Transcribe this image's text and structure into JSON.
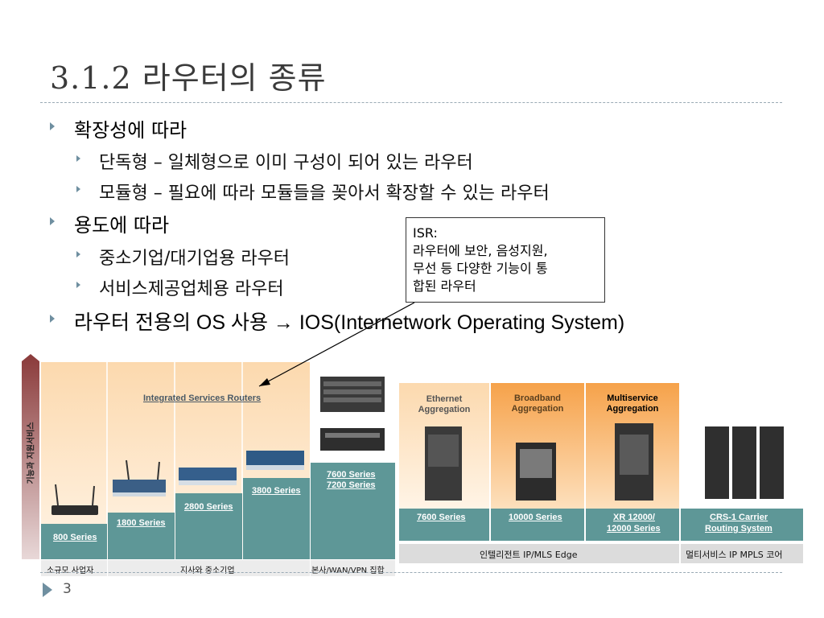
{
  "slide": {
    "title": "3.1.2 라우터의 종류",
    "page_number": "3"
  },
  "bullets": {
    "b1": "확장성에 따라",
    "b1_1": "단독형 – 일체형으로 이미 구성이 되어 있는 라우터",
    "b1_2": "모듈형 – 필요에 따라 모듈들을 꽂아서 확장할 수 있는 라우터",
    "b2": "용도에 따라",
    "b2_1": "중소기업/대기업용 라우터",
    "b2_2": "서비스제공업체용 라우터",
    "b3": "라우터 전용의 OS 사용 → IOS(Internetwork Operating System)"
  },
  "callout": {
    "line1": "ISR:",
    "line2": "라우터에 보안, 음성지원,",
    "line3": "무선 등 다양한 기능이 통",
    "line4": "합된 라우터"
  },
  "diagram": {
    "y_axis_label": "기능과 지원서비스",
    "isr_title": "Integrated Services Routers",
    "series": {
      "s800": "800 Series",
      "s1800": "1800 Series",
      "s2800": "2800 Series",
      "s3800": "3800 Series",
      "s7600_7200_a": "7600 Series",
      "s7600_7200_b": "7200 Series",
      "sp7600": "7600 Series",
      "sp10000": "10000 Series",
      "sp12000_a": "XR 12000/",
      "sp12000_b": "12000 Series",
      "crs_a": "CRS-1 Carrier",
      "crs_b": "Routing System"
    },
    "column_heads": {
      "eth_a": "Ethernet",
      "eth_b": "Aggregation",
      "bb_a": "Broadband",
      "bb_b": "Aggregation",
      "ms_a": "Multiservice",
      "ms_b": "Aggregation"
    },
    "segments": {
      "small": "소규모 사업자",
      "branch": "지사와 중소기업",
      "hq": "본사/WAN/VPN 집합",
      "edge": "인텔리전트 IP/MLS Edge",
      "core": "멀티서비스 IP MPLS 코어"
    },
    "colors": {
      "teal": "#5e9797",
      "peach": "#fde3c3",
      "orange": "#f7b066",
      "dark_red": "#7a2d2d"
    }
  }
}
